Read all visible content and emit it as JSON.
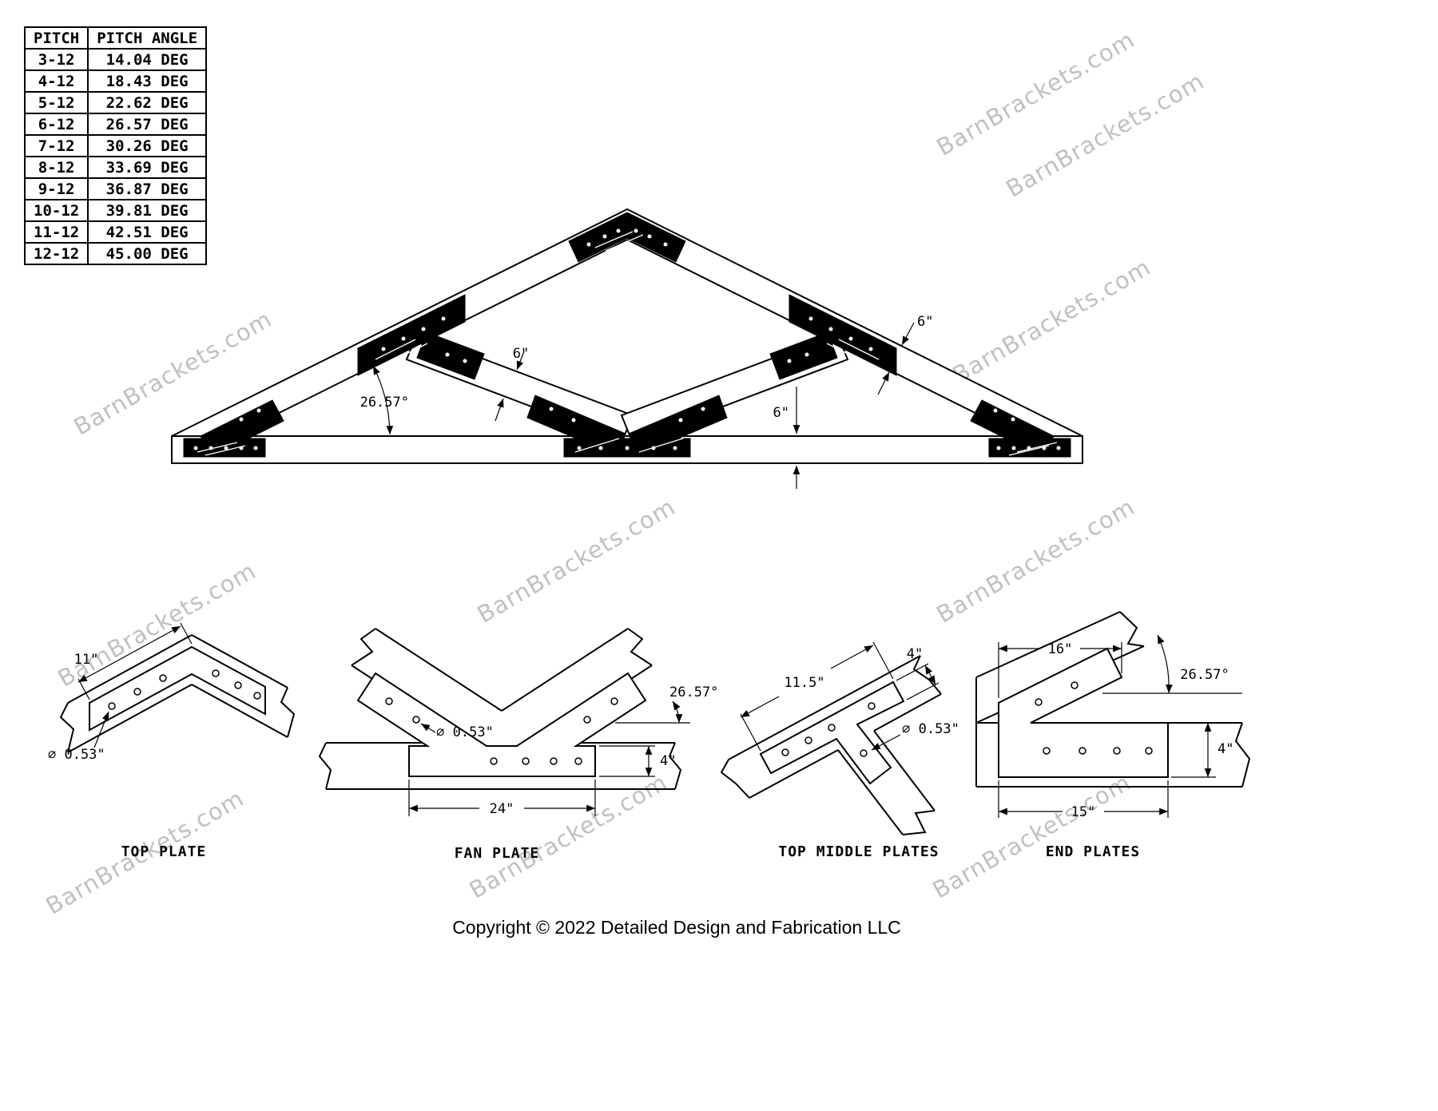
{
  "watermark": "BarnBrackets.com",
  "copyright": "Copyright © 2022 Detailed Design and Fabrication LLC",
  "pitch_table": {
    "headers": [
      "PITCH",
      "PITCH ANGLE"
    ],
    "rows": [
      [
        "3-12",
        "14.04 DEG"
      ],
      [
        "4-12",
        "18.43 DEG"
      ],
      [
        "5-12",
        "22.62 DEG"
      ],
      [
        "6-12",
        "26.57 DEG"
      ],
      [
        "7-12",
        "30.26 DEG"
      ],
      [
        "8-12",
        "33.69 DEG"
      ],
      [
        "9-12",
        "36.87 DEG"
      ],
      [
        "10-12",
        "39.81 DEG"
      ],
      [
        "11-12",
        "42.51 DEG"
      ],
      [
        "12-12",
        "45.00 DEG"
      ]
    ]
  },
  "truss": {
    "pitch_angle": "26.57°",
    "web_width": "6\"",
    "top_chord_width": "6\"",
    "bottom_chord_depth": "6\""
  },
  "details": {
    "top_plate": {
      "label": "TOP PLATE",
      "length": "11\"",
      "hole_diameter": "⌀ 0.53\""
    },
    "fan_plate": {
      "label": "FAN PLATE",
      "length": "24\"",
      "height": "4\"",
      "angle": "26.57°",
      "hole_diameter": "⌀ 0.53\""
    },
    "top_middle_plates": {
      "label": "TOP MIDDLE PLATES",
      "length": "11.5\"",
      "width": "4\"",
      "hole_diameter": "⌀ 0.53\""
    },
    "end_plates": {
      "label": "END PLATES",
      "top_length": "16\"",
      "bottom_length": "15\"",
      "height": "4\"",
      "angle": "26.57°"
    }
  }
}
